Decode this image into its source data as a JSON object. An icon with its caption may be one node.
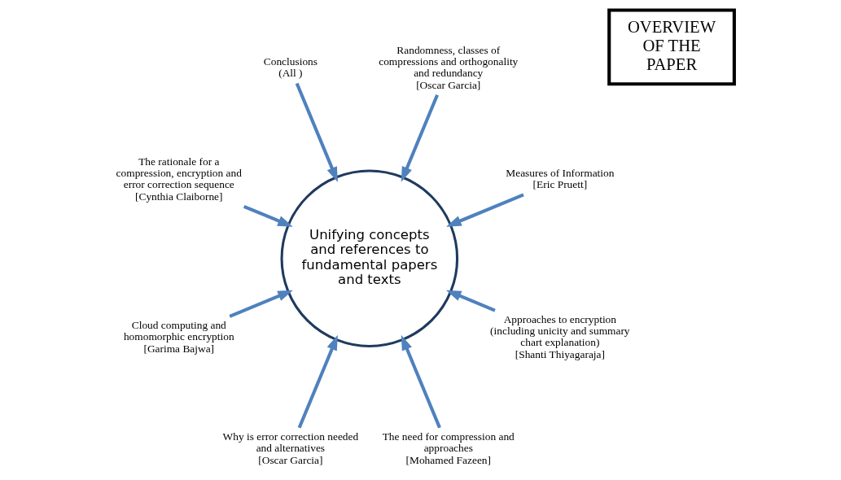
{
  "diagram": {
    "nodes": [
      {
        "text": [
          "Measures of Information",
          "[Eric Pruett]"
        ]
      },
      {
        "text": [
          "OVERVIEW OF THE PAPER"
        ]
      },
      {
        "text": [
          "Unifying concepts and references to fundamental papers and texts"
        ]
      },
      {
        "text": [
          "Randomness, classes of compressions and orthogonality and redundancy",
          "[Oscar Garcia]"
        ]
      },
      {
        "text": [
          "Conclusions",
          "(All )"
        ]
      },
      {
        "text": [
          "The rationale for a compression, encryption and error correction sequence",
          "[Cynthia Claiborne]"
        ]
      },
      {
        "text": [
          "Cloud computing and homomorphic encryption",
          "[Garima Bajwa]"
        ]
      },
      {
        "text": [
          "Why is error correction needed and alternatives",
          "[Oscar Garcia]"
        ]
      },
      {
        "text": [
          "The need for compression and approaches",
          "[Mohamed Fazeen]"
        ]
      },
      {
        "text": [
          "Approaches to encryption (including unicity and summary chart explanation)",
          "[Shanti Thiyagaraja]"
        ]
      }
    ],
    "edges": [
      {
        "from": 0,
        "to": 2,
        "arrow": "to"
      },
      {
        "from": 3,
        "to": 2,
        "arrow": "to"
      },
      {
        "from": 4,
        "to": 2,
        "arrow": "to"
      },
      {
        "from": 5,
        "to": 2,
        "arrow": "to"
      },
      {
        "from": 6,
        "to": 2,
        "arrow": "to"
      },
      {
        "from": 7,
        "to": 2,
        "arrow": "to"
      },
      {
        "from": 8,
        "to": 2,
        "arrow": "to"
      },
      {
        "from": 9,
        "to": 2,
        "arrow": "to"
      }
    ]
  }
}
